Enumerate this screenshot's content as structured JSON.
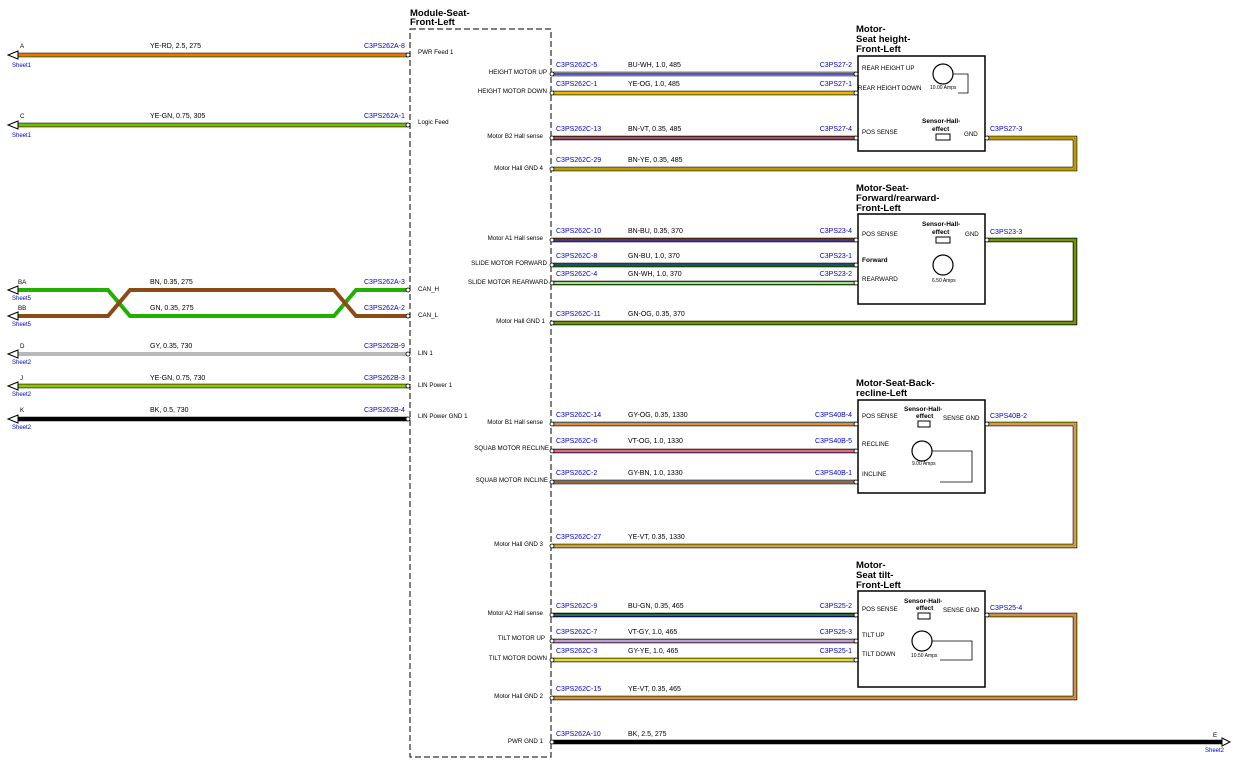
{
  "module": {
    "title_line1": "Module-Seat-",
    "title_line2": "Front-Left"
  },
  "left_pins": [
    {
      "id": "A",
      "sheet": "Sheet1",
      "wire": "YE-RD,  2.5,  275",
      "conn": "C3PS262A-8",
      "pin": "PWR Feed 1"
    },
    {
      "id": "C",
      "sheet": "Sheet1",
      "wire": "YE-GN,  0.75,  305",
      "conn": "C3PS262A-1",
      "pin": "Logic Feed"
    },
    {
      "id": "BA",
      "sheet": "Sheet5",
      "wire": "BN,  0.35,  275",
      "conn": "C3PS262A-3",
      "pin": "CAN_H"
    },
    {
      "id": "BB",
      "sheet": "Sheet5",
      "wire": "GN,  0.35,  275",
      "conn": "C3PS262A-2",
      "pin": "CAN_L"
    },
    {
      "id": "D",
      "sheet": "Sheet2",
      "wire": "GY,  0.35,  730",
      "conn": "C3PS262B-9",
      "pin": "LIN 1"
    },
    {
      "id": "J",
      "sheet": "Sheet2",
      "wire": "YE-GN,  0.75,  730",
      "conn": "C3PS262B-3",
      "pin": "LIN Power 1"
    },
    {
      "id": "K",
      "sheet": "Sheet2",
      "wire": "BK,  0.5,  730",
      "conn": "C3PS262B-4",
      "pin": "LIN Power GND 1"
    }
  ],
  "right_pins": [
    {
      "pin": "HEIGHT MOTOR UP",
      "conn": "C3PS262C-5",
      "wire": "BU-WH,  1.0,  485",
      "mconn": "C3PS27-2"
    },
    {
      "pin": "HEIGHT MOTOR DOWN",
      "conn": "C3PS262C-1",
      "wire": "YE-OG,  1.0,  485",
      "mconn": "C3PS27-1"
    },
    {
      "pin": "Motor B2 Hall sense",
      "conn": "C3PS262C-13",
      "wire": "BN-VT,  0.35,  485",
      "mconn": "C3PS27-4"
    },
    {
      "pin": "Motor Hall GND 4",
      "conn": "C3PS262C-29",
      "wire": "BN-YE,  0.35,  485",
      "mconn": ""
    },
    {
      "pin": "Motor A1 Hall sense",
      "conn": "C3PS262C-10",
      "wire": "BN-BU,  0.35,  370",
      "mconn": "C3PS23-4"
    },
    {
      "pin": "SLIDE MOTOR FORWARD",
      "conn": "C3PS262C-8",
      "wire": "GN-BU,  1.0,  370",
      "mconn": "C3PS23-1"
    },
    {
      "pin": "SLIDE MOTOR REARWARD",
      "conn": "C3PS262C-4",
      "wire": "GN-WH,  1.0,  370",
      "mconn": "C3PS23-2"
    },
    {
      "pin": "Motor Hall GND 1",
      "conn": "C3PS262C-11",
      "wire": "GN-OG,  0.35,  370",
      "mconn": ""
    },
    {
      "pin": "Motor B1 Hall sense",
      "conn": "C3PS262C-14",
      "wire": "GY-OG,  0.35,  1330",
      "mconn": "C3PS40B-4"
    },
    {
      "pin": "SQUAB MOTOR RECLINE",
      "conn": "C3PS262C-6",
      "wire": "VT-OG,  1.0,  1330",
      "mconn": "C3PS40B-5"
    },
    {
      "pin": "SQUAB MOTOR INCLINE",
      "conn": "C3PS262C-2",
      "wire": "GY-BN,  1.0,  1330",
      "mconn": "C3PS40B-1"
    },
    {
      "pin": "Motor Hall GND 3",
      "conn": "C3PS262C-27",
      "wire": "YE-VT,  0.35,  1330",
      "mconn": ""
    },
    {
      "pin": "Motor A2 Hall sense",
      "conn": "C3PS262C-9",
      "wire": "BU-GN,  0.35,  465",
      "mconn": "C3PS25-2"
    },
    {
      "pin": "TILT MOTOR UP",
      "conn": "C3PS262C-7",
      "wire": "VT-GY,  1.0,  465",
      "mconn": "C3PS25-3"
    },
    {
      "pin": "TILT MOTOR DOWN",
      "conn": "C3PS262C-3",
      "wire": "GY-YE,  1.0,  465",
      "mconn": "C3PS25-1"
    },
    {
      "pin": "Motor Hall GND 2",
      "conn": "C3PS262C-15",
      "wire": "YE-VT,  0.35,  465",
      "mconn": ""
    },
    {
      "pin": "PWR GND 1",
      "conn": "C3PS262A-10",
      "wire": "BK,  2.5,  275",
      "mconn": ""
    }
  ],
  "motors": [
    {
      "title": [
        "Motor-",
        "Seat height-",
        "Front-Left"
      ],
      "labels": [
        "REAR HEIGHT UP",
        "REAR HEIGHT DOWN",
        "POS SENSE",
        "Sensor-Hall-",
        "effect",
        "GND"
      ],
      "amps": "10.00 Amps",
      "gnd_conn": "C3PS27-3"
    },
    {
      "title": [
        "Motor-Seat-",
        "Forward/rearward-",
        "Front-Left"
      ],
      "labels": [
        "POS SENSE",
        "Sensor-Hall-",
        "effect",
        "GND",
        "Forward",
        "REARWARD"
      ],
      "amps": "6.50 Amps",
      "gnd_conn": "C3PS23-3"
    },
    {
      "title": [
        "Motor-Seat-Back-",
        "recline-Left"
      ],
      "labels": [
        "POS SENSE",
        "Sensor-Hall-",
        "effect",
        "SENSE GND",
        "RECLINE",
        "INCLINE"
      ],
      "amps": "9.00 Amps",
      "gnd_conn": "C3PS40B-2"
    },
    {
      "title": [
        "Motor-",
        "Seat tilt-",
        "Front-Left"
      ],
      "labels": [
        "POS SENSE",
        "Sensor-Hall-",
        "effect",
        "SENSE GND",
        "TILT UP",
        "TILT DOWN"
      ],
      "amps": "10.50 Amps",
      "gnd_conn": "C3PS25-4"
    }
  ],
  "pwr_gnd_end": {
    "id": "E",
    "sheet": "Sheet2"
  },
  "colors": {
    "dash": "#000000",
    "connector": "#0000cc"
  }
}
